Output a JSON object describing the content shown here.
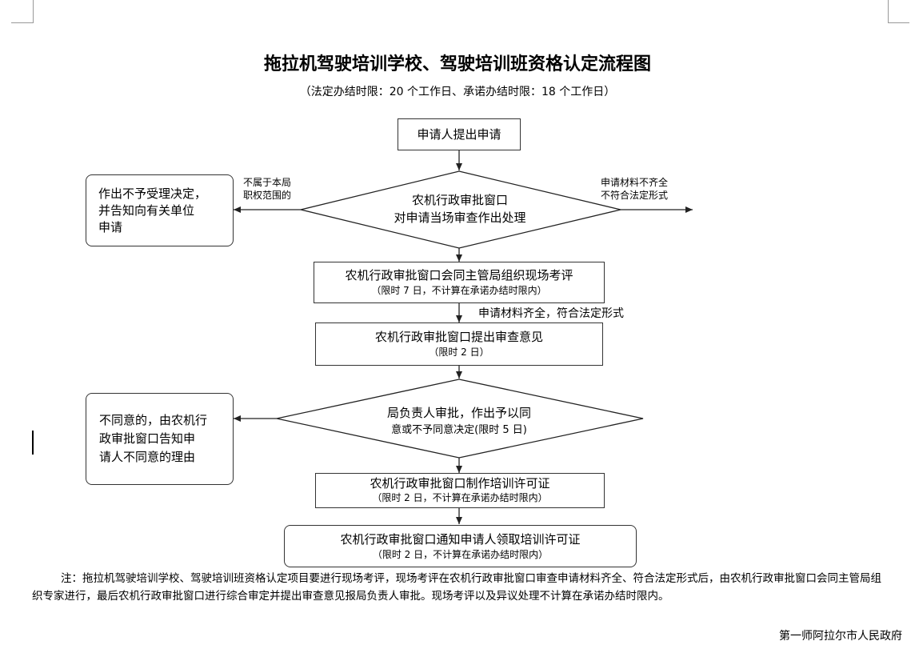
{
  "title": "拖拉机驾驶培训学校、驾驶培训班资格认定流程图",
  "subtitle": "（法定办结时限：20 个工作日、承诺办结时限：18 个工作日）",
  "steps": {
    "apply": "申请人提出申请",
    "review_line1": "农机行政审批窗口",
    "review_line2": "对申请当场审查作出处理",
    "reject_line1": "作出不予受理决定，",
    "reject_line2": "并告知向有关单位",
    "reject_line3": "申请",
    "label_not_scope_1": "不属于本局",
    "label_not_scope_2": "职权范围的",
    "label_incomplete_1": "申请材料不齐全",
    "label_incomplete_2": "不符合法定形式",
    "inspect_line1": "农机行政审批窗口会同主管局组织现场考评",
    "inspect_line2": "（限时 7 日，不计算在承诺办结时限内）",
    "label_complete": "申请材料齐全，符合法定形式",
    "opinion_line1": "农机行政审批窗口提出审查意见",
    "opinion_line2": "（限时 2 日）",
    "approve_line1": "局负责人审批，作出予以同",
    "approve_line2": "意或不予同意决定(限时 5 日)",
    "disagree_line1": "不同意的，由农机行",
    "disagree_line2": "政审批窗口告知申",
    "disagree_line3": "请人不同意的理由",
    "make_line1": "农机行政审批窗口制作培训许可证",
    "make_line2": "（限时 2 日，不计算在承诺办结时限内）",
    "notify_line1": "农机行政审批窗口通知申请人领取培训许可证",
    "notify_line2": "（限时 2 日，不计算在承诺办结时限内）"
  },
  "note": "注：拖拉机驾驶培训学校、驾驶培训班资格认定项目要进行现场考评，现场考评在农机行政审批窗口审查申请材料齐全、符合法定形式后，由农机行政审批窗口会同主管局组织专家进行，最后农机行政审批窗口进行综合审定并提出审查意见报局负责人审批。现场考评以及异议处理不计算在承诺办结时限内。",
  "footer": "第一师阿拉尔市人民政府"
}
